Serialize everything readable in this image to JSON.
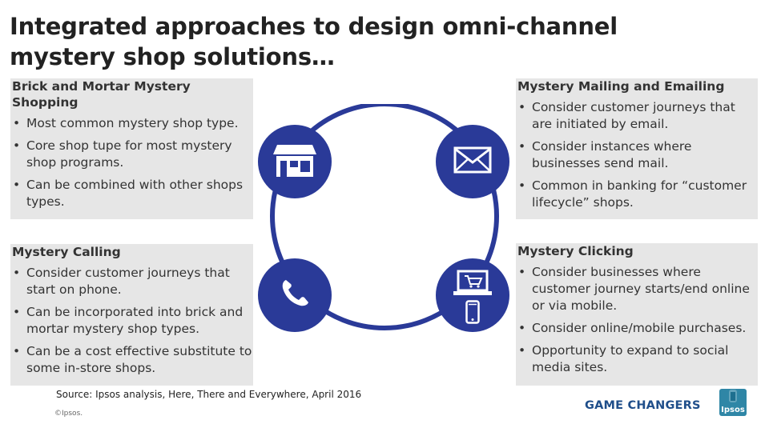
{
  "title": "Integrated approaches to design omni-channel mystery shop solutions…",
  "boxes": {
    "brick_mortar": {
      "heading": "Brick and Mortar Mystery Shopping",
      "bullets": [
        "Most common mystery shop type.",
        "Core shop tupe for most mystery shop programs.",
        "Can be combined with other shops types."
      ]
    },
    "mailing": {
      "heading": "Mystery Mailing and Emailing",
      "bullets": [
        "Consider customer journeys that are initiated by email.",
        "Consider instances where businesses send mail.",
        "Common in banking for “customer lifecycle” shops."
      ]
    },
    "calling": {
      "heading": "Mystery Calling",
      "bullets": [
        "Consider customer journeys that start on phone.",
        "Can be incorporated into brick and mortar mystery shop types.",
        "Can be a cost effective substitute to some in-store shops."
      ]
    },
    "clicking": {
      "heading": "Mystery Clicking",
      "bullets": [
        "Consider businesses where customer journey starts/end online or via mobile.",
        "Consider online/mobile purchases.",
        "Opportunity to expand to social media sites."
      ]
    }
  },
  "icons": {
    "store": "store-icon",
    "mail": "envelope-icon",
    "phone": "phone-icon",
    "digital": "laptop-cart-icon",
    "mobile": "smartphone-icon"
  },
  "colors": {
    "node": "#2a3a98",
    "box_bg": "#e6e6e6",
    "tagline": "#1f4e8a",
    "logo": "#2f86a6"
  },
  "source": "Source: Ipsos analysis, Here, There and Everywhere, April 2016",
  "copyright": "©Ipsos.",
  "tagline": "GAME CHANGERS",
  "logo_text": "Ipsos"
}
